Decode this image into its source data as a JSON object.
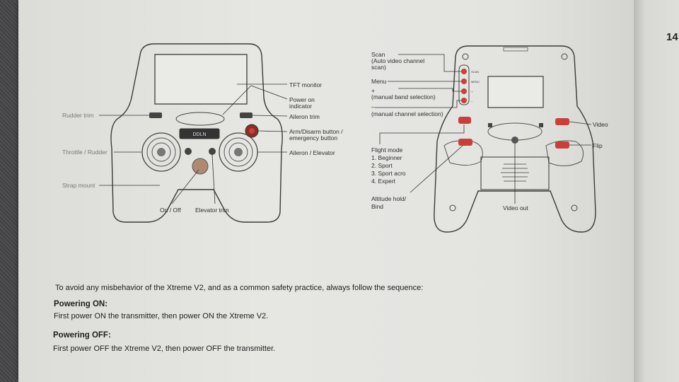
{
  "page_number": "14",
  "left_diagram": {
    "labels": {
      "tft_monitor": "TFT monitor",
      "power_on_indicator": [
        "Power on",
        "indicator"
      ],
      "rudder_trim": "Rudder trim",
      "aileron_trim": "Aileron trim",
      "arm_disarm": [
        "Arm/Disarm button /",
        "emergency button"
      ],
      "throttle_rudder": "Throttle / Rudder",
      "aileron_elevator": "Aileron / Elevator",
      "strap_mount": "Strap mount",
      "on_off": "On / Off",
      "elevator_trim": "Elevator trim"
    },
    "screen_brand": "DDLN"
  },
  "right_diagram": {
    "labels": {
      "scan": [
        "Scan",
        "(Auto video channel",
        "scan)"
      ],
      "menu": "Menu",
      "plus": [
        "+",
        "(manual band selection)"
      ],
      "minus": [
        "–",
        "(manual channel selection)"
      ],
      "flight_mode": [
        "Flight mode",
        "1. Beginner",
        "2. Sport",
        "3. Sport acro",
        "4. Expert"
      ],
      "altitude_hold": [
        "Altitude hold/",
        "Bind"
      ],
      "video": "Video",
      "flip": "Flip",
      "video_out": "Video out"
    },
    "button_tags": [
      "SCAN",
      "MENU",
      "+",
      "–"
    ]
  },
  "instructions": {
    "intro": "To avoid any misbehavior of the Xtreme V2, and as a common safety practice, always follow the sequence:",
    "powering_on_heading": "Powering ON:",
    "powering_on_text": "First power ON the transmitter, then power ON the Xtreme V2.",
    "powering_off_heading": "Powering OFF:",
    "powering_off_text": "First power OFF the Xtreme V2, then power OFF the transmitter."
  },
  "colors": {
    "button_red": "#c9403a",
    "line": "#333333",
    "paper": "#e4e4e1"
  }
}
